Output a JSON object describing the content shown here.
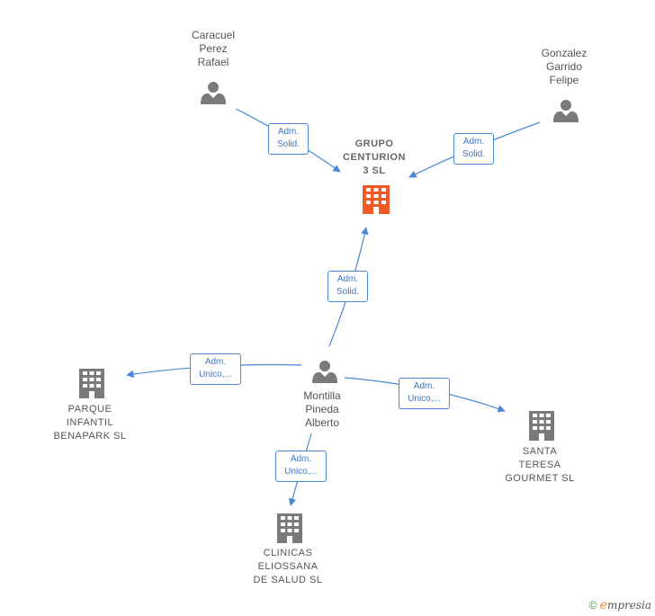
{
  "nodes": {
    "grupo": {
      "type": "company",
      "label": "GRUPO\nCENTURION\n3  SL",
      "highlight": true
    },
    "caracuel": {
      "type": "person",
      "label": "Caracuel\nPerez\nRafael"
    },
    "gonzalez": {
      "type": "person",
      "label": "Gonzalez\nGarrido\nFelipe"
    },
    "montilla": {
      "type": "person",
      "label": "Montilla\nPineda\nAlberto"
    },
    "parque": {
      "type": "company",
      "label": "PARQUE\nINFANTIL\nBENAPARK  SL"
    },
    "santa": {
      "type": "company",
      "label": "SANTA\nTERESA\nGOURMET  SL"
    },
    "clinicas": {
      "type": "company",
      "label": "CLINICAS\nELIOSSANA\nDE SALUD  SL"
    }
  },
  "edges": [
    {
      "from": "caracuel",
      "to": "grupo",
      "label": "Adm.\nSolid."
    },
    {
      "from": "gonzalez",
      "to": "grupo",
      "label": "Adm.\nSolid."
    },
    {
      "from": "montilla",
      "to": "grupo",
      "label": "Adm.\nSolid."
    },
    {
      "from": "montilla",
      "to": "parque",
      "label": "Adm.\nUnico,..."
    },
    {
      "from": "montilla",
      "to": "santa",
      "label": "Adm.\nUnico,..."
    },
    {
      "from": "montilla",
      "to": "clinicas",
      "label": "Adm.\nUnico,..."
    }
  ],
  "colors": {
    "edge": "#4a88d4",
    "person_icon": "#7a7a7a",
    "company_icon": "#7a7a7a",
    "highlight_icon": "#f05a24"
  },
  "brand": {
    "copyright": "©",
    "initial": "e",
    "rest": "mpresia"
  }
}
